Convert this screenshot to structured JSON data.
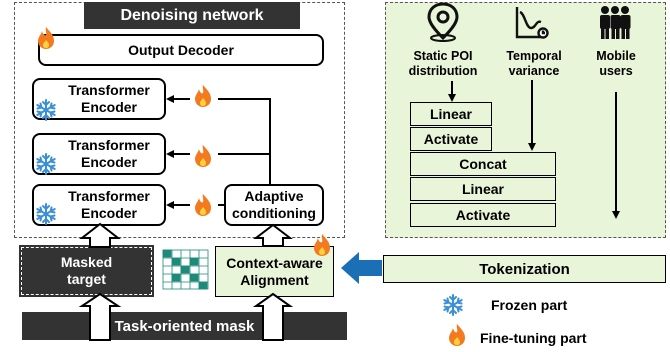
{
  "denoising": {
    "title": "Denoising network",
    "output_decoder": "Output Decoder",
    "encoders": [
      "Transformer\nEncoder",
      "Transformer\nEncoder",
      "Transformer\nEncoder"
    ],
    "adaptive_conditioning": "Adaptive\nconditioning"
  },
  "bottom": {
    "masked_target": "Masked\ntarget",
    "context_alignment": "Context-aware\nAlignment",
    "task_mask": "Task-oriented mask"
  },
  "tokenization": {
    "inputs": [
      "Static POI\ndistribution",
      "Temporal\nvariance",
      "Mobile\nusers"
    ],
    "linear_1": "Linear",
    "activate_1": "Activate",
    "concat": "Concat",
    "linear_2": "Linear",
    "activate_2": "Activate",
    "label": "Tokenization"
  },
  "legend": {
    "frozen": "Frozen part",
    "fine_tuning": "Fine-tuning part"
  },
  "colors": {
    "green_fill": "#e8f5d8",
    "dark": "#333333",
    "flame": "#f47a20",
    "snowflake": "#3a8fd6",
    "arrow_blue": "#1a6fb5",
    "mask_teal": "#1f8a7a"
  }
}
